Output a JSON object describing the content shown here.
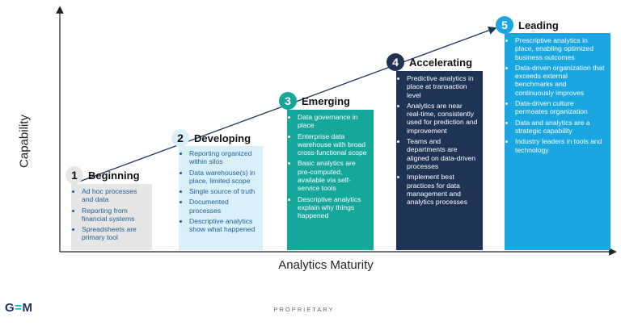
{
  "axes": {
    "y_title": "Capability",
    "x_title": "Analytics Maturity"
  },
  "colors": {
    "axis": "#222222",
    "trend_line": "#1f3355"
  },
  "stages": [
    {
      "number": "1",
      "name": "Beginning",
      "box_color": "#e6e6e6",
      "text_color": "#1f5e97",
      "badge_bg": "#e6e6e6",
      "badge_fg": "#111111",
      "items": [
        "Ad hoc processes and data",
        "Reporting from financial systems",
        "Spreadsheets are primary tool"
      ]
    },
    {
      "number": "2",
      "name": "Developing",
      "box_color": "#d9f0fb",
      "text_color": "#1f5e97",
      "badge_bg": "#d9f0fb",
      "badge_fg": "#111111",
      "items": [
        "Reporting organized within silos",
        "Data warehouse(s) in place, limited scope",
        "Single source of truth",
        "Documented processes",
        "Descriptive analytics show what happened"
      ]
    },
    {
      "number": "3",
      "name": "Emerging",
      "box_color": "#15a79a",
      "text_color": "#ffffff",
      "badge_bg": "#15a79a",
      "badge_fg": "#ffffff",
      "items": [
        "Data governance in place",
        "Enterprise data warehouse with broad cross-functional scope",
        "Basic analytics are pre-computed, available via self-service tools",
        "Descriptive analytics explain why things happened"
      ]
    },
    {
      "number": "4",
      "name": "Accelerating",
      "box_color": "#1f3355",
      "text_color": "#ffffff",
      "badge_bg": "#1f3355",
      "badge_fg": "#ffffff",
      "items": [
        "Predictive analytics in place at transaction level",
        "Analytics are near real-time, consistently used for prediction and improvement",
        "Teams and departments are aligned on data-driven processes",
        "Implement best practices for data management and analytics processes"
      ]
    },
    {
      "number": "5",
      "name": "Leading",
      "box_color": "#1aa6e0",
      "text_color": "#ffffff",
      "badge_bg": "#1aa6e0",
      "badge_fg": "#ffffff",
      "items": [
        "Prescriptive analytics in place, enabling optimized business outcomes",
        "Data-driven organization that exceeds external benchmarks and continuously improves",
        "Data-driven culture permeates organization",
        "Data and analytics are a strategic capability",
        "Industry leaders in tools and technology"
      ]
    }
  ],
  "footer": {
    "logo_left": "G",
    "logo_dash": "=",
    "logo_right": "M",
    "label": "PROPRIETARY"
  }
}
